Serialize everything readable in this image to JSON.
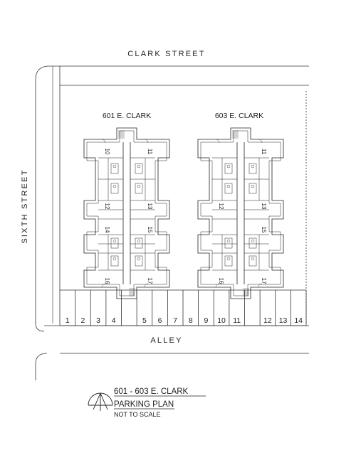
{
  "streets": {
    "north": "CLARK STREET",
    "west": "SIXTH STREET",
    "south": "ALLEY"
  },
  "buildings": [
    {
      "label": "601 E. CLARK",
      "units_top": [
        "10",
        "11"
      ],
      "units_mid_upper": [
        "12",
        "13"
      ],
      "units_mid_lower": [
        "14",
        "15"
      ],
      "units_bottom": [
        "16",
        "17"
      ]
    },
    {
      "label": "603 E. CLARK",
      "units_top": [
        "",
        "11"
      ],
      "units_mid_upper": [
        "12",
        "13"
      ],
      "units_mid_lower": [
        "",
        "15"
      ],
      "units_bottom": [
        "16",
        "17"
      ]
    }
  ],
  "parking_spaces": [
    "1",
    "2",
    "3",
    "4",
    "",
    "5",
    "6",
    "7",
    "8",
    "9",
    "10",
    "11",
    "",
    "12",
    "13",
    "14"
  ],
  "title_block": {
    "title": "601 - 603 E. CLARK",
    "subtitle": "PARKING PLAN",
    "note": "NOT TO SCALE"
  }
}
